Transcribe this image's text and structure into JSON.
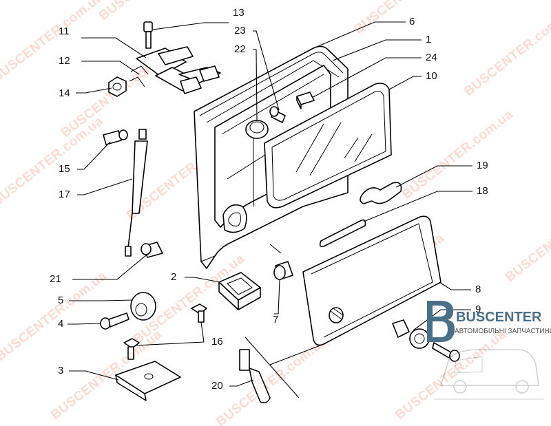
{
  "watermark": "BUSCENTER.com.ua",
  "logo": {
    "name": "BUSCENTER",
    "tagline": "АВТОМОБІЛЬНІ ЗАПЧАСТИНИ"
  },
  "callouts": [
    "1",
    "2",
    "3",
    "4",
    "5",
    "6",
    "7",
    "8",
    "9",
    "10",
    "11",
    "12",
    "13",
    "14",
    "15",
    "16",
    "17",
    "18",
    "19",
    "20",
    "21",
    "22",
    "23",
    "24"
  ],
  "colors": {
    "line": "#000000",
    "watermark": "#e35a3a",
    "logo_blue": "#4a6f88"
  }
}
